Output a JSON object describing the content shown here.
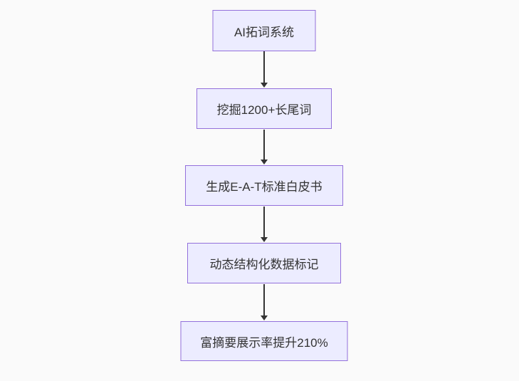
{
  "diagram": {
    "type": "flowchart",
    "direction": "top-down",
    "colors": {
      "background": "#fafafa",
      "node_fill": "#ECECFF",
      "node_border": "#9370DB",
      "edge_color": "#333333",
      "text_color": "#333333"
    },
    "nodes": [
      {
        "id": "n1",
        "label": "AI拓词系统"
      },
      {
        "id": "n2",
        "label": "挖掘1200+长尾词"
      },
      {
        "id": "n3",
        "label": "生成E-A-T标准白皮书"
      },
      {
        "id": "n4",
        "label": "动态结构化数据标记"
      },
      {
        "id": "n5",
        "label": "富摘要展示率提升210%"
      }
    ],
    "edges": [
      {
        "from": "n1",
        "to": "n2",
        "style": "arrow-down"
      },
      {
        "from": "n2",
        "to": "n3",
        "style": "arrow-down"
      },
      {
        "from": "n3",
        "to": "n4",
        "style": "arrow-down"
      },
      {
        "from": "n4",
        "to": "n5",
        "style": "arrow-down"
      }
    ]
  }
}
